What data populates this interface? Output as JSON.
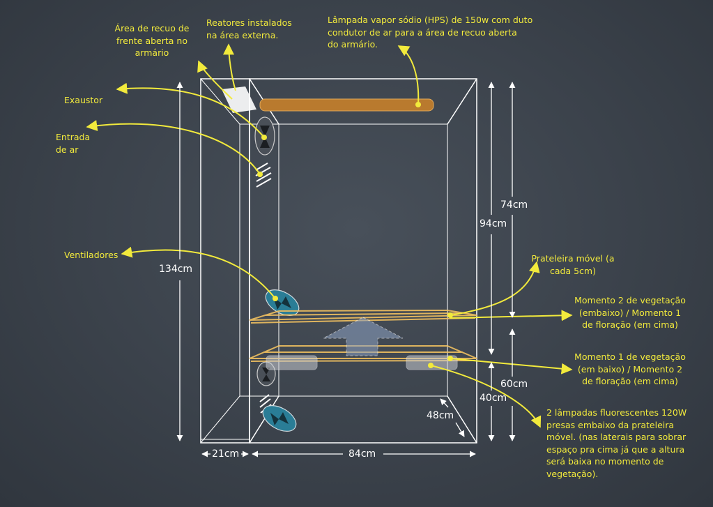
{
  "annotations": {
    "front_recess": "Área de recuo de\nfrente aberta no\narmário",
    "ballasts": "Reatores instalados\nna área externa.",
    "hps_lamp": "Lâmpada vapor sódio (HPS) de 150w com duto\ncondutor de ar para a área de recuo aberta\ndo armário.",
    "exhaust": "Exaustor",
    "air_intake": "Entrada\nde ar",
    "fans": "Ventiladores",
    "movable_shelf": "Prateleira móvel (a\ncada 5cm)",
    "moment2_veg": "Momento 2 de vegetação\n(embaixo) / Momento 1\nde floração (em cima)",
    "moment1_veg": "Momento 1 de vegetação\n(em baixo) / Momento 2\nde floração (em cima)",
    "fluorescent": "2 lâmpadas fluorescentes 120W\npresas embaixo da prateleira\nmóvel. (nas laterais para sobrar\nespaço pra cima já que a altura\nserá baixa no momento de\nvegetação)."
  },
  "dimensions": {
    "height_total": "134cm",
    "height_upper": "94cm",
    "height_top": "74cm",
    "height_mid": "60cm",
    "height_lower": "40cm",
    "depth": "48cm",
    "width_recess": "21cm",
    "width_main": "84cm"
  },
  "colors": {
    "annotation": "#f2ea3c",
    "frame": "#ffffff",
    "hps_lamp": "#b97a2e",
    "shelf": "#f0c060",
    "fan": "#2a7d96",
    "arrow_fill": "#8ea2c4"
  }
}
